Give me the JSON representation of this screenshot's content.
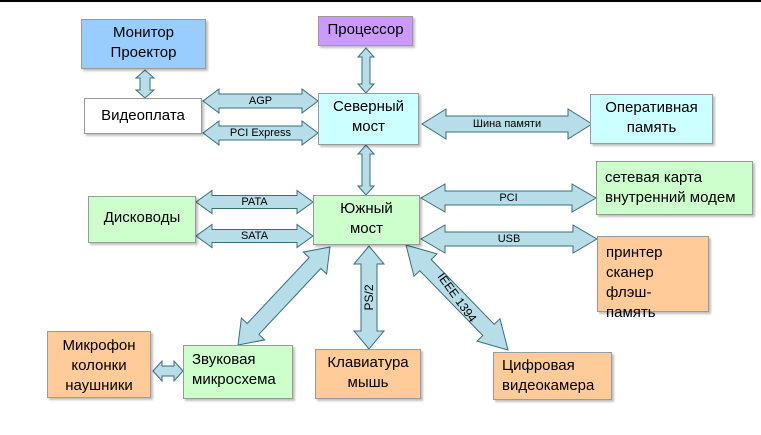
{
  "colors": {
    "blue": "#99ccff",
    "lightcyan": "#ccffff",
    "purple": "#cc99ff",
    "green": "#ccffcc",
    "orange": "#ffcc99",
    "arrow": "#b7dde8",
    "arrow_stroke": "#3a6f7a"
  },
  "boxes": {
    "monitor": "Монитор\nПроектор",
    "cpu": "Процессор",
    "video": "Видеоплата",
    "north": "Северный\nмост",
    "ram": "Оперативная\nпамять",
    "network": "сетевая карта\nвнутренний модем",
    "drives": "Дисководы",
    "south": "Южный\nмост",
    "printer": "принтер\nсканер\nфлэш-память",
    "mic": "Микрофон\nколонки\nнаушники",
    "sound": "Звуковая\nмикросхема",
    "keyboard": "Клавиатура\nмышь",
    "camera": "Цифровая\nвидеокамера"
  },
  "labels": {
    "agp": "AGP",
    "pci_express": "PCI Express",
    "memory_bus": "Шина памяти",
    "pata": "PATA",
    "sata": "SATA",
    "pci": "PCI",
    "usb": "USB",
    "ps2": "PS/2",
    "ieee": "IEEE 1394"
  }
}
